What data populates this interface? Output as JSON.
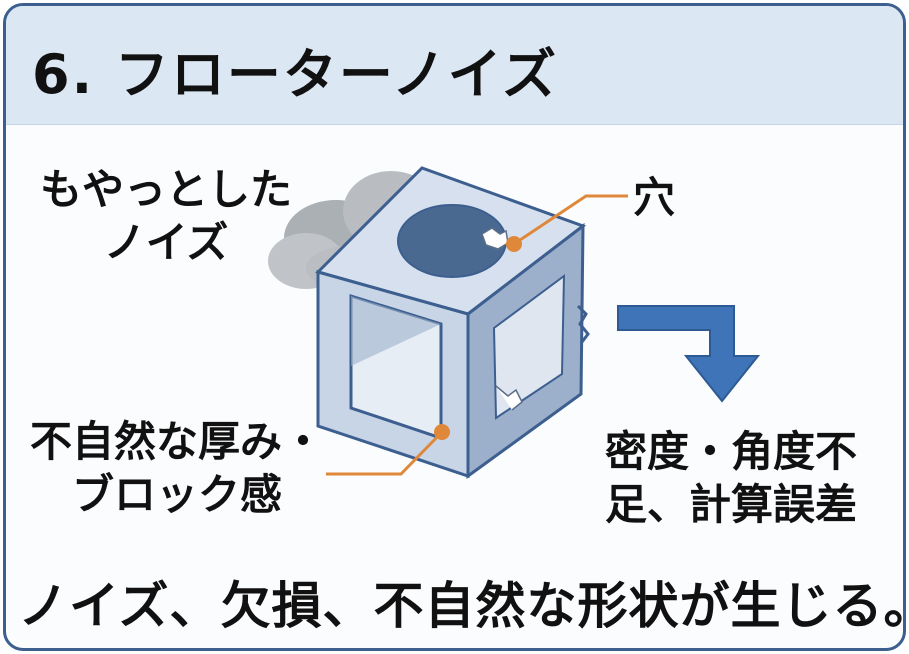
{
  "title": "6. フローターノイズ",
  "labels": {
    "cloud_noise": [
      "もやっとした",
      "ノイズ"
    ],
    "hole": "穴",
    "thickness": [
      "不自然な厚み・",
      "ブロック感"
    ],
    "density": [
      "密度・角度不",
      "足、計算誤差"
    ]
  },
  "bottom_caption": "ノイズ、欠損、不自然な形状が生じる。",
  "colors": {
    "frame": "#3d5f8f",
    "header_bg": "#dbe7f3",
    "cube_front": "#c7d5e7",
    "cube_side": "#9cb0cc",
    "cube_top": "#d6e0ee",
    "leader": "#e0883a",
    "arrow": "#3f74b8"
  }
}
